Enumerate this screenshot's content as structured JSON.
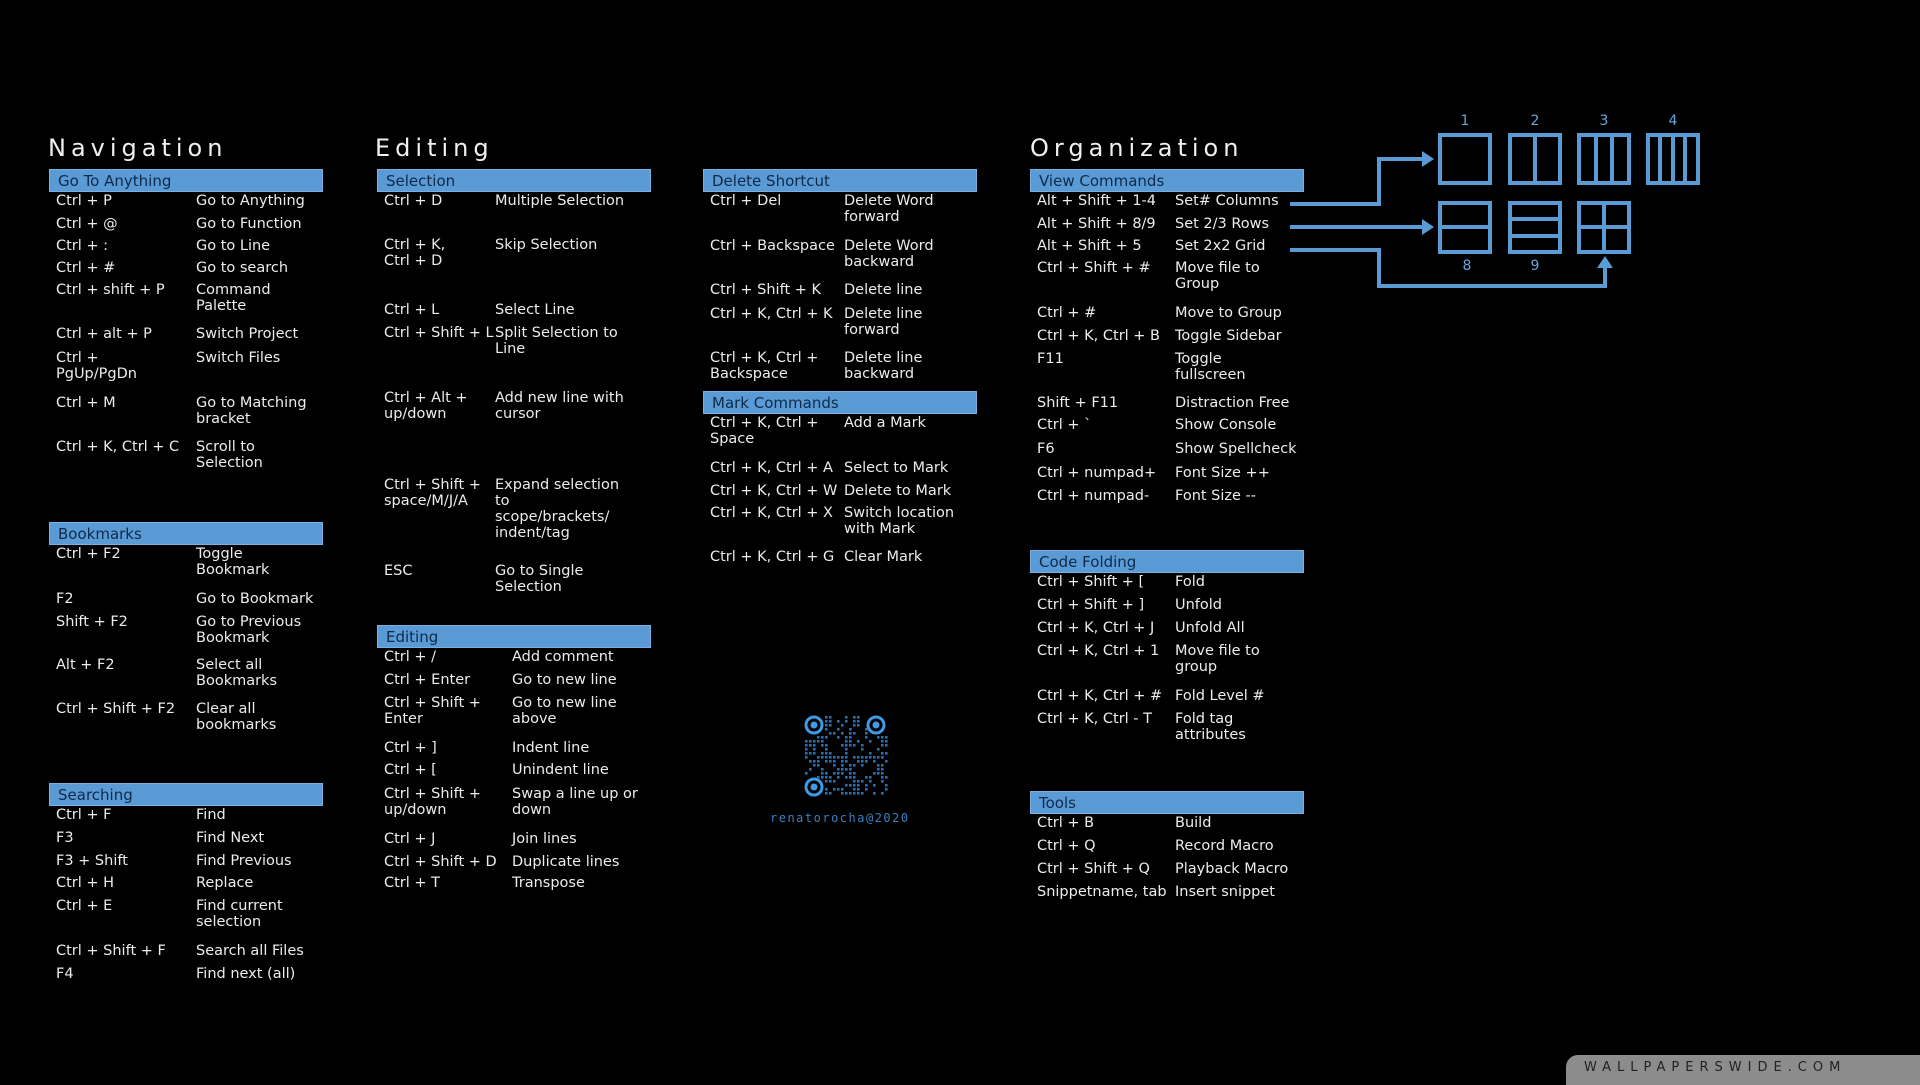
{
  "columns": {
    "navigation": {
      "title": "Navigation"
    },
    "editing": {
      "title": "Editing"
    },
    "organization": {
      "title": "Organization"
    }
  },
  "sections": {
    "go_to_anything": {
      "header": "Go To Anything",
      "rows": [
        {
          "key": "Ctrl + P",
          "action": "Go to Anything"
        },
        {
          "key": "Ctrl + @",
          "action": "Go to Function"
        },
        {
          "key": "Ctrl + :",
          "action": "Go to Line"
        },
        {
          "key": "Ctrl + #",
          "action": "Go to search"
        },
        {
          "key": "Ctrl + shift + P",
          "action": "Command\nPalette"
        },
        {
          "key": "Ctrl + alt + P",
          "action": "Switch Project"
        },
        {
          "key": "Ctrl +\nPgUp/PgDn",
          "action": "Switch Files"
        },
        {
          "key": "Ctrl + M",
          "action": "Go to Matching\nbracket"
        },
        {
          "key": "Ctrl + K, Ctrl + C",
          "action": "Scroll to\nSelection"
        }
      ]
    },
    "bookmarks": {
      "header": "Bookmarks",
      "rows": [
        {
          "key": "Ctrl + F2",
          "action": "Toggle\nBookmark"
        },
        {
          "key": "F2",
          "action": "Go to Bookmark"
        },
        {
          "key": "Shift + F2",
          "action": "Go to Previous\nBookmark"
        },
        {
          "key": "Alt + F2",
          "action": "Select all\nBookmarks"
        },
        {
          "key": "Ctrl + Shift + F2",
          "action": "Clear all\nbookmarks"
        }
      ]
    },
    "searching": {
      "header": "Searching",
      "rows": [
        {
          "key": "Ctrl + F",
          "action": "Find"
        },
        {
          "key": "F3",
          "action": "Find Next"
        },
        {
          "key": "F3 + Shift",
          "action": "Find Previous"
        },
        {
          "key": "Ctrl + H",
          "action": "Replace"
        },
        {
          "key": "Ctrl + E",
          "action": "Find current\nselection"
        },
        {
          "key": "Ctrl + Shift + F",
          "action": "Search all Files"
        },
        {
          "key": "F4",
          "action": "Find next (all)"
        }
      ]
    },
    "selection": {
      "header": "Selection",
      "rows": [
        {
          "key": "Ctrl + D",
          "action": "Multiple Selection"
        },
        {
          "key": "Ctrl + K,\nCtrl + D",
          "action": "Skip Selection"
        },
        {
          "key": "Ctrl + L",
          "action": "Select Line"
        },
        {
          "key": "Ctrl + Shift + L",
          "action": "Split Selection to\nLine"
        },
        {
          "key": "Ctrl + Alt +\nup/down",
          "action": "Add new line with\ncursor"
        },
        {
          "key": "Ctrl + Shift +\nspace/M/J/A",
          "action": "Expand selection to\nscope/brackets/\nindent/tag"
        },
        {
          "key": "ESC",
          "action": "Go to Single\nSelection"
        }
      ]
    },
    "editing": {
      "header": "Editing",
      "rows": [
        {
          "key": "Ctrl + /",
          "action": "Add comment"
        },
        {
          "key": "Ctrl + Enter",
          "action": "Go to new line"
        },
        {
          "key": "Ctrl + Shift +\nEnter",
          "action": "Go to new line\nabove"
        },
        {
          "key": "Ctrl + ]",
          "action": "Indent line"
        },
        {
          "key": "Ctrl + [",
          "action": "Unindent line"
        },
        {
          "key": "Ctrl + Shift +\nup/down",
          "action": "Swap a line up or\ndown"
        },
        {
          "key": "Ctrl + J",
          "action": "Join lines"
        },
        {
          "key": "Ctrl + Shift + D",
          "action": "Duplicate lines"
        },
        {
          "key": "Ctrl + T",
          "action": "Transpose"
        }
      ]
    },
    "delete_shortcut": {
      "header": "Delete Shortcut",
      "rows": [
        {
          "key": "Ctrl + Del",
          "action": "Delete Word\nforward"
        },
        {
          "key": "Ctrl + Backspace",
          "action": "Delete Word\nbackward"
        },
        {
          "key": "Ctrl + Shift + K",
          "action": "Delete line"
        },
        {
          "key": "Ctrl + K, Ctrl + K",
          "action": "Delete line\nforward"
        },
        {
          "key": "Ctrl + K, Ctrl +\nBackspace",
          "action": "Delete line\nbackward"
        }
      ]
    },
    "mark_commands": {
      "header": "Mark Commands",
      "rows": [
        {
          "key": "Ctrl + K, Ctrl +\nSpace",
          "action": "Add a Mark"
        },
        {
          "key": "Ctrl + K, Ctrl + A",
          "action": "Select to Mark"
        },
        {
          "key": "Ctrl + K, Ctrl + W",
          "action": "Delete to Mark"
        },
        {
          "key": "Ctrl + K, Ctrl + X",
          "action": "Switch location\nwith Mark"
        },
        {
          "key": "Ctrl + K, Ctrl + G",
          "action": "Clear Mark"
        }
      ]
    },
    "view_commands": {
      "header": "View Commands",
      "rows": [
        {
          "key": "Alt + Shift + 1-4",
          "action": "Set# Columns"
        },
        {
          "key": "Alt + Shift + 8/9",
          "action": "Set 2/3 Rows"
        },
        {
          "key": "Alt + Shift + 5",
          "action": "Set 2x2 Grid"
        },
        {
          "key": "Ctrl + Shift + #",
          "action": "Move file to\nGroup"
        },
        {
          "key": "Ctrl + #",
          "action": "Move to Group"
        },
        {
          "key": "Ctrl + K, Ctrl + B",
          "action": "Toggle Sidebar"
        },
        {
          "key": "F11",
          "action": "Toggle\nfullscreen"
        },
        {
          "key": "Shift + F11",
          "action": "Distraction Free"
        },
        {
          "key": "Ctrl + `",
          "action": "Show Console"
        },
        {
          "key": "F6",
          "action": "Show Spellcheck"
        },
        {
          "key": "Ctrl + numpad+",
          "action": "Font Size ++"
        },
        {
          "key": "Ctrl + numpad-",
          "action": "Font Size --"
        }
      ]
    },
    "code_folding": {
      "header": "Code Folding",
      "rows": [
        {
          "key": "Ctrl + Shift + [",
          "action": "Fold"
        },
        {
          "key": "Ctrl + Shift + ]",
          "action": "Unfold"
        },
        {
          "key": "Ctrl + K, Ctrl + J",
          "action": "Unfold All"
        },
        {
          "key": "Ctrl + K, Ctrl + 1",
          "action": "Move file to\ngroup"
        },
        {
          "key": "Ctrl + K, Ctrl + #",
          "action": "Fold Level #"
        },
        {
          "key": "Ctrl + K, Ctrl - T",
          "action": "Fold tag\nattributes"
        }
      ]
    },
    "tools": {
      "header": "Tools",
      "rows": [
        {
          "key": "Ctrl + B",
          "action": "Build"
        },
        {
          "key": "Ctrl + Q",
          "action": "Record Macro"
        },
        {
          "key": "Ctrl + Shift + Q",
          "action": "Playback Macro"
        },
        {
          "key": "Snippetname, tab",
          "action": "Insert snippet"
        }
      ]
    }
  },
  "layout_diagram": {
    "column_labels": [
      "1",
      "2",
      "3",
      "4"
    ],
    "row_labels": [
      "8",
      "9"
    ],
    "accent_color": "#5b9bd5"
  },
  "qr": {
    "icon": "qr-code-icon",
    "credit": "renatorocha@2020"
  },
  "watermark": "WALLPAPERSWIDE.COM",
  "colors": {
    "background": "#000000",
    "header_fill": "#5b9bd5",
    "header_text": "#0d2a4a",
    "text": "#ececec"
  }
}
